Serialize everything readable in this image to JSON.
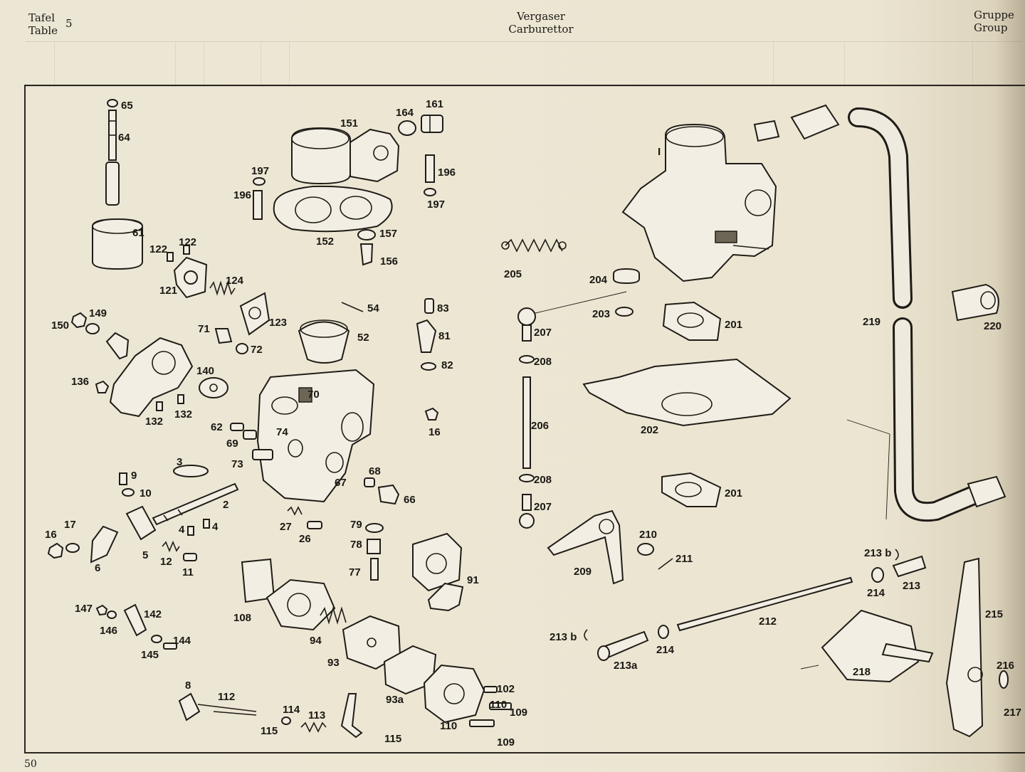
{
  "header": {
    "tafel_label": "Tafel",
    "table_label": "Table",
    "table_number": "5",
    "title_de": "Vergaser",
    "title_en": "Carburettor",
    "gruppe_label": "Gruppe",
    "group_label": "Group"
  },
  "page_number": "50",
  "assembly_label": "I",
  "part_labels": {
    "p65": "65",
    "p64": "64",
    "p61": "61",
    "p122a": "122",
    "p122b": "122",
    "p121": "121",
    "p124": "124",
    "p123": "123",
    "p150": "150",
    "p149": "149",
    "p71": "71",
    "p72": "72",
    "p136": "136",
    "p140": "140",
    "p132a": "132",
    "p132b": "132",
    "p151": "151",
    "p164": "164",
    "p161": "161",
    "p197a": "197",
    "p196a": "196",
    "p196b": "196",
    "p197b": "197",
    "p152": "152",
    "p157": "157",
    "p156": "156",
    "p54": "54",
    "p52": "52",
    "p83": "83",
    "p81": "81",
    "p82": "82",
    "p70": "70",
    "p16a": "16",
    "p62": "62",
    "p69": "69",
    "p74": "74",
    "p73": "73",
    "p3": "3",
    "p9": "9",
    "p10": "10",
    "p2": "2",
    "p16b": "16",
    "p17": "17",
    "p4a": "4",
    "p4b": "4",
    "p5": "5",
    "p6": "6",
    "p12": "12",
    "p11": "11",
    "p67": "67",
    "p68": "68",
    "p66": "66",
    "p27": "27",
    "p26": "26",
    "p79": "79",
    "p78": "78",
    "p77": "77",
    "p91": "91",
    "p108": "108",
    "p94": "94",
    "p93": "93",
    "p93a": "93a",
    "p147": "147",
    "p146": "146",
    "p142": "142",
    "p145": "145",
    "p144": "144",
    "p8": "8",
    "p112": "112",
    "p114": "114",
    "p115a": "115",
    "p113": "113",
    "p115b": "115",
    "p102": "102",
    "p110a": "110",
    "p109a": "109",
    "p110b": "110",
    "p109b": "109",
    "p205": "205",
    "p204": "204",
    "p203": "203",
    "p201a": "201",
    "p207a": "207",
    "p208a": "208",
    "p206": "206",
    "p202": "202",
    "p208b": "208",
    "p201b": "201",
    "p207b": "207",
    "p210": "210",
    "p211": "211",
    "p209": "209",
    "p212": "212",
    "p213b_a": "213 b",
    "p214a": "214",
    "p213a": "213a",
    "p213b_b": "213 b",
    "p214b": "214",
    "p213": "213",
    "p215": "215",
    "p218": "218",
    "p216": "216",
    "p217": "217",
    "p219": "219",
    "p220": "220"
  }
}
